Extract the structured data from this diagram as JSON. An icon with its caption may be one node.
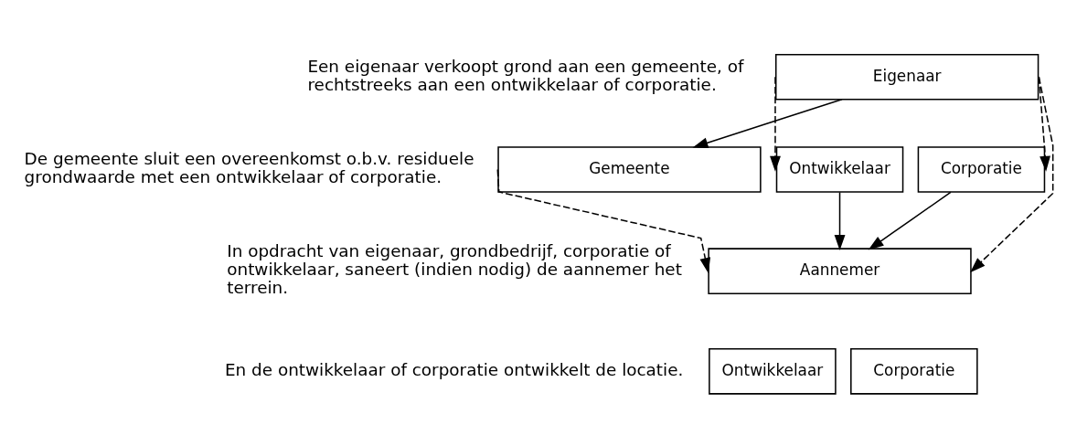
{
  "diagram": {
    "nodes": [
      {
        "text": [
          "Eigenaar"
        ]
      },
      {
        "text": [
          "Gemeente"
        ]
      },
      {
        "text": [
          "Ontwikkelaar"
        ]
      },
      {
        "text": [
          "Corporatie"
        ]
      },
      {
        "text": [
          "Aannemer"
        ]
      },
      {
        "text": [
          "Ontwikkelaar"
        ]
      },
      {
        "text": [
          "Corporatie"
        ]
      }
    ],
    "edges": [
      {
        "from": 0,
        "to": 1,
        "arrow": "to"
      },
      {
        "from": 0,
        "to": 2,
        "arrow": "to",
        "style": "dashed"
      },
      {
        "from": 1,
        "to": 4,
        "arrow": "to",
        "style": "dashed"
      },
      {
        "from": 0,
        "to": 3,
        "arrow": "to",
        "style": "dashed"
      },
      {
        "from": 0,
        "to": 4,
        "arrow": "to",
        "style": "dashed"
      },
      {
        "from": 2,
        "to": 4,
        "arrow": "to"
      },
      {
        "from": 3,
        "to": 4,
        "arrow": "to"
      }
    ],
    "labels": [
      "Een eigenaar verkoopt grond aan een gemeente, of rechtstreeks aan een ontwikkelaar of corporatie.",
      "De gemeente sluit een overeenkomst o.b.v. residuele grondwaarde met een ontwikkelaar of corporatie.",
      "In opdracht van eigenaar, grondbedrijf, corporatie of ontwikkelaar, saneert (indien nodig) de aannemer het terrein.",
      "En de ontwikkelaar of corporatie ontwikkelt de locatie."
    ]
  }
}
